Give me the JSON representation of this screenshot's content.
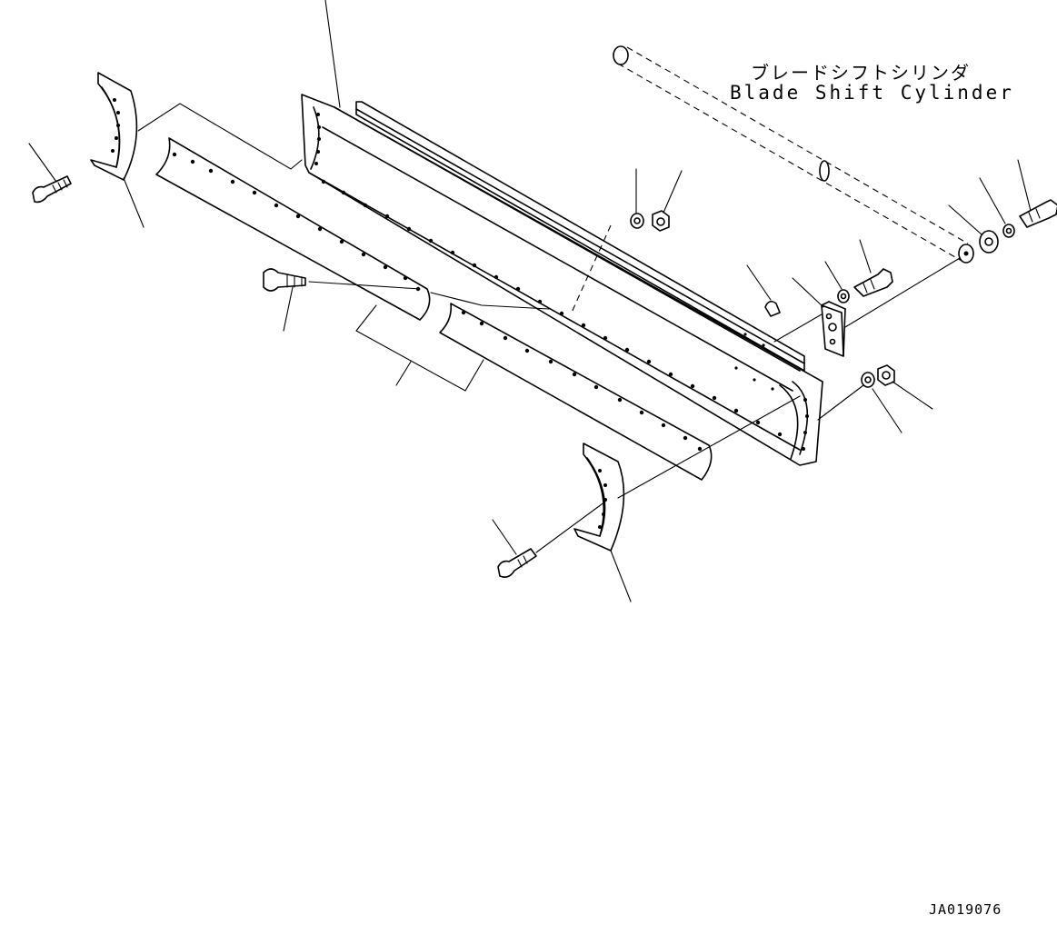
{
  "labels": {
    "cylinder_jp": "ブレードシフトシリンダ",
    "cylinder_en": "Blade Shift Cylinder"
  },
  "figure_code": "JA019076"
}
